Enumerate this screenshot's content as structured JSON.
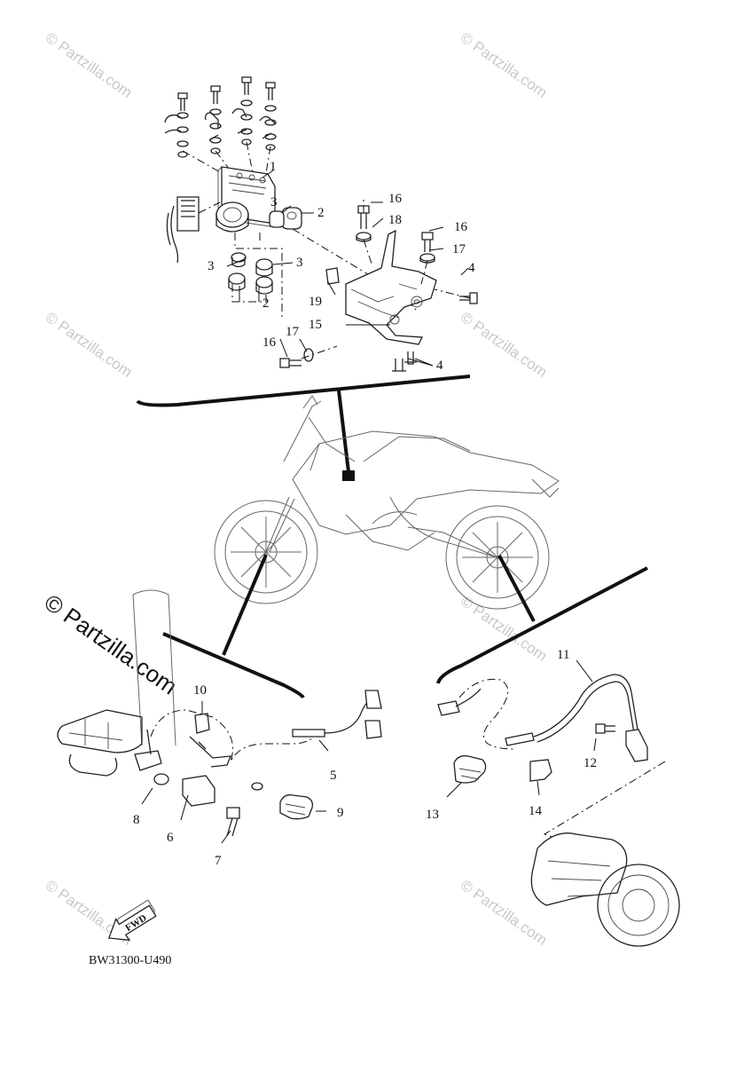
{
  "diagram": {
    "code": "BW31300-U490",
    "fwd_label": "FWD",
    "watermark_small": "© Partzilla.com",
    "watermark_large": "© Partzilla.com",
    "callouts": [
      {
        "id": "1",
        "label": "1"
      },
      {
        "id": "2a",
        "label": "2"
      },
      {
        "id": "2b",
        "label": "2"
      },
      {
        "id": "3a",
        "label": "3"
      },
      {
        "id": "3b",
        "label": "3"
      },
      {
        "id": "3c",
        "label": "3"
      },
      {
        "id": "4a",
        "label": "4"
      },
      {
        "id": "4b",
        "label": "4"
      },
      {
        "id": "5",
        "label": "5"
      },
      {
        "id": "6",
        "label": "6"
      },
      {
        "id": "7",
        "label": "7"
      },
      {
        "id": "8",
        "label": "8"
      },
      {
        "id": "9",
        "label": "9"
      },
      {
        "id": "10",
        "label": "10"
      },
      {
        "id": "11",
        "label": "11"
      },
      {
        "id": "12",
        "label": "12"
      },
      {
        "id": "13",
        "label": "13"
      },
      {
        "id": "14",
        "label": "14"
      },
      {
        "id": "15",
        "label": "15"
      },
      {
        "id": "16a",
        "label": "16"
      },
      {
        "id": "16b",
        "label": "16"
      },
      {
        "id": "16c",
        "label": "16"
      },
      {
        "id": "17a",
        "label": "17"
      },
      {
        "id": "17b",
        "label": "17"
      },
      {
        "id": "18",
        "label": "18"
      },
      {
        "id": "19",
        "label": "19"
      }
    ]
  }
}
